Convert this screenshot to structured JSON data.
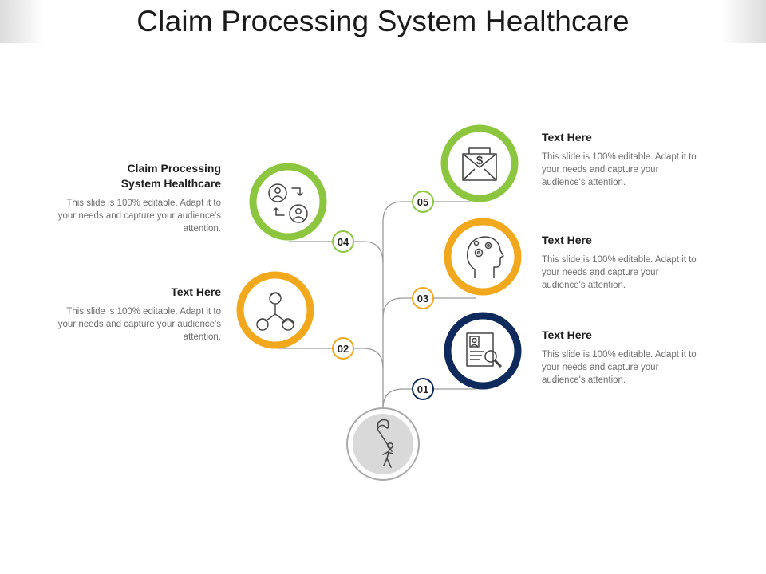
{
  "title": "Claim Processing System Healthcare",
  "colors": {
    "green": "#8cc63f",
    "orange": "#f2a81d",
    "navy": "#0e2a5c",
    "gray": "#a9a9a9",
    "line": "#9a9a9a"
  },
  "steps": [
    {
      "number": "01",
      "heading": "Text Here",
      "description": "This slide is 100% editable. Adapt it to your needs and capture your audience's attention.",
      "color": "#0e2a5c",
      "icon": "resume-search-icon"
    },
    {
      "number": "02",
      "heading": "Text Here",
      "description": "This slide is 100% editable. Adapt it to your needs and capture your audience's attention.",
      "color": "#f2a81d",
      "icon": "team-network-icon"
    },
    {
      "number": "03",
      "heading": "Text Here",
      "description": "This slide is 100% editable. Adapt it to your needs and capture your audience's attention.",
      "color": "#f2a81d",
      "icon": "head-gears-icon"
    },
    {
      "number": "04",
      "heading": "Claim Processing System Healthcare",
      "description": "This slide is 100% editable. Adapt it to your needs and capture your audience's attention.",
      "color": "#8cc63f",
      "icon": "user-exchange-icon"
    },
    {
      "number": "05",
      "heading": "Text Here",
      "description": "This slide is 100% editable. Adapt it to your needs and capture your audience's attention.",
      "color": "#8cc63f",
      "icon": "dollar-envelope-icon"
    }
  ],
  "base_icon": "person-flag-icon"
}
